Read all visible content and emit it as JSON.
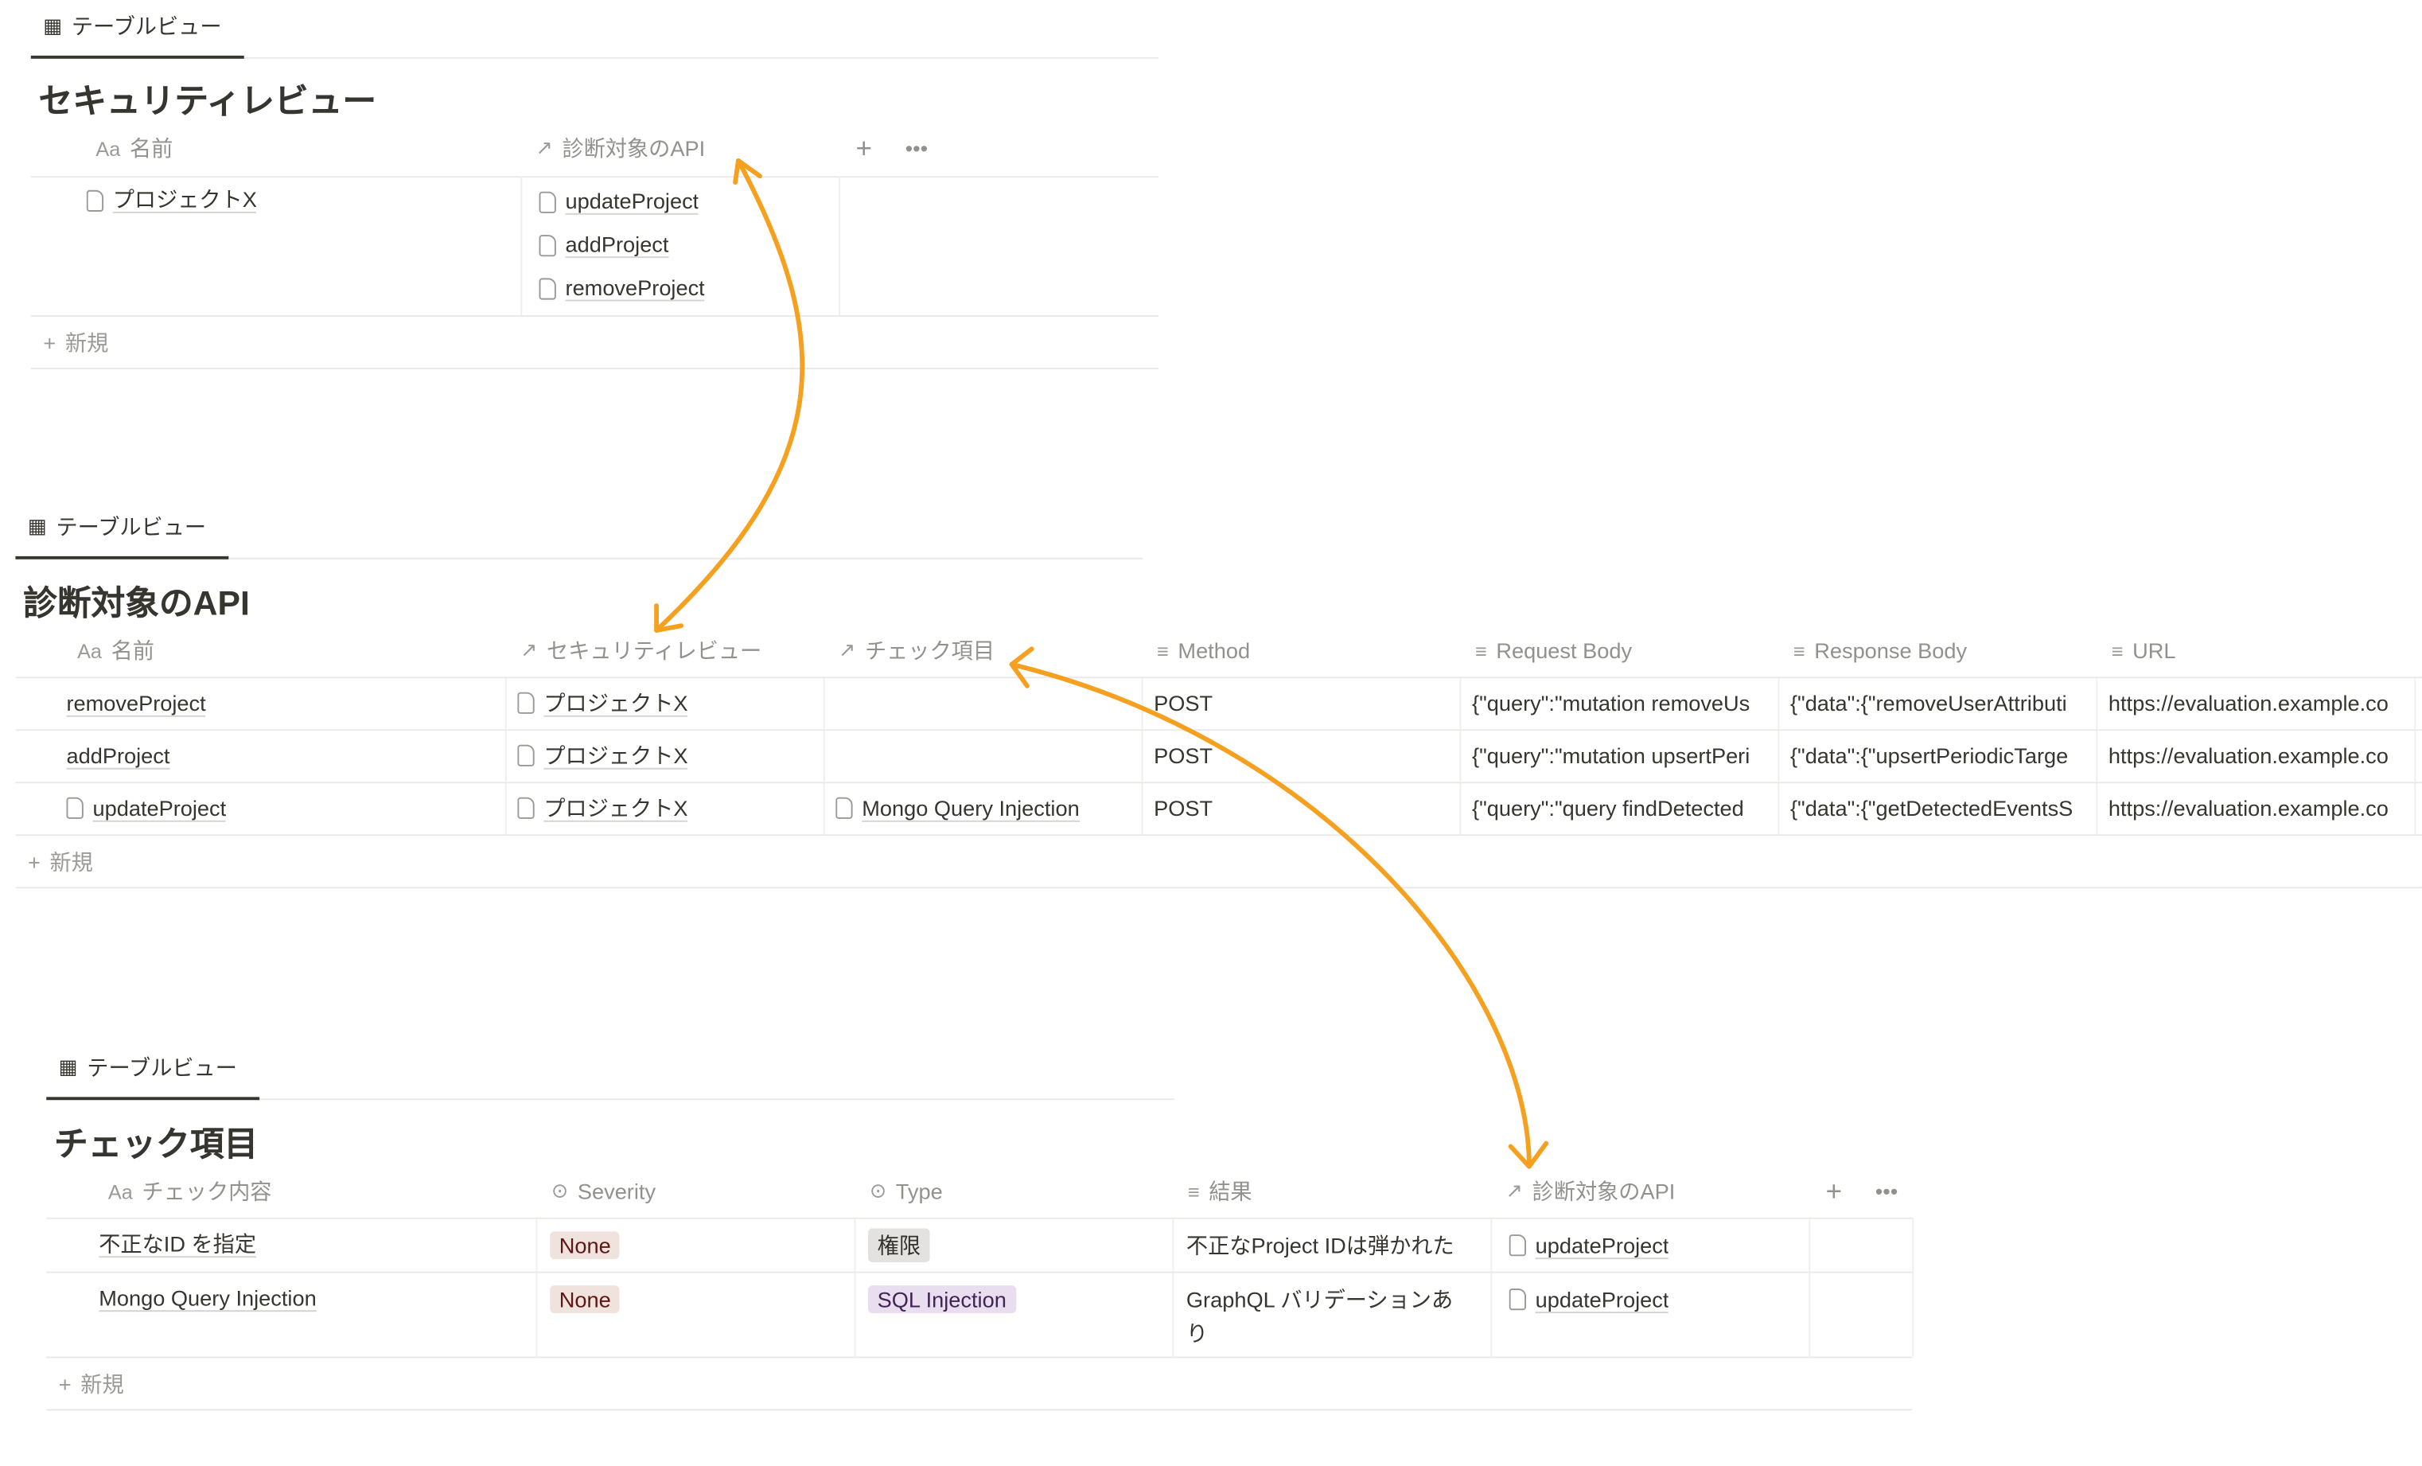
{
  "view_tab_label": "テーブルビュー",
  "new_label": "新規",
  "security_review": {
    "title": "セキュリティレビュー",
    "columns": [
      "名前",
      "診断対象のAPI"
    ],
    "rows": [
      {
        "name": "プロジェクトX",
        "apis": [
          "updateProject",
          "addProject",
          "removeProject"
        ]
      }
    ]
  },
  "api_table": {
    "title": "診断対象のAPI",
    "columns": [
      "名前",
      "セキュリティレビュー",
      "チェック項目",
      "Method",
      "Request Body",
      "Response Body",
      "URL"
    ],
    "rows": [
      {
        "name": "removeProject",
        "review": "プロジェクトX",
        "check": "",
        "method": "POST",
        "request": "{\"query\":\"mutation removeUs",
        "response": "{\"data\":{\"removeUserAttributi",
        "url": "https://evaluation.example.co"
      },
      {
        "name": "addProject",
        "review": "プロジェクトX",
        "check": "",
        "method": "POST",
        "request": "{\"query\":\"mutation upsertPeri",
        "response": "{\"data\":{\"upsertPeriodicTarge",
        "url": "https://evaluation.example.co"
      },
      {
        "name": "updateProject",
        "review": "プロジェクトX",
        "check": "Mongo Query Injection",
        "method": "POST",
        "request": "{\"query\":\"query findDetected",
        "response": "{\"data\":{\"getDetectedEventsS",
        "url": "https://evaluation.example.co"
      }
    ]
  },
  "check_table": {
    "title": "チェック項目",
    "columns": [
      "チェック内容",
      "Severity",
      "Type",
      "結果",
      "診断対象のAPI"
    ],
    "rows": [
      {
        "name": "不正なID を指定",
        "severity": "None",
        "type": "権限",
        "result": "不正なProject IDは弾かれた",
        "api": "updateProject"
      },
      {
        "name": "Mongo Query Injection",
        "severity": "None",
        "type": "SQL Injection",
        "result": "GraphQL バリデーションあり",
        "api": "updateProject"
      }
    ]
  },
  "colors": {
    "arrow": "#f5a01e",
    "severity_none_bg": "#f0e2dd",
    "type_kengen_bg": "#e3e2e0",
    "type_sql_bg": "#e9def0"
  }
}
